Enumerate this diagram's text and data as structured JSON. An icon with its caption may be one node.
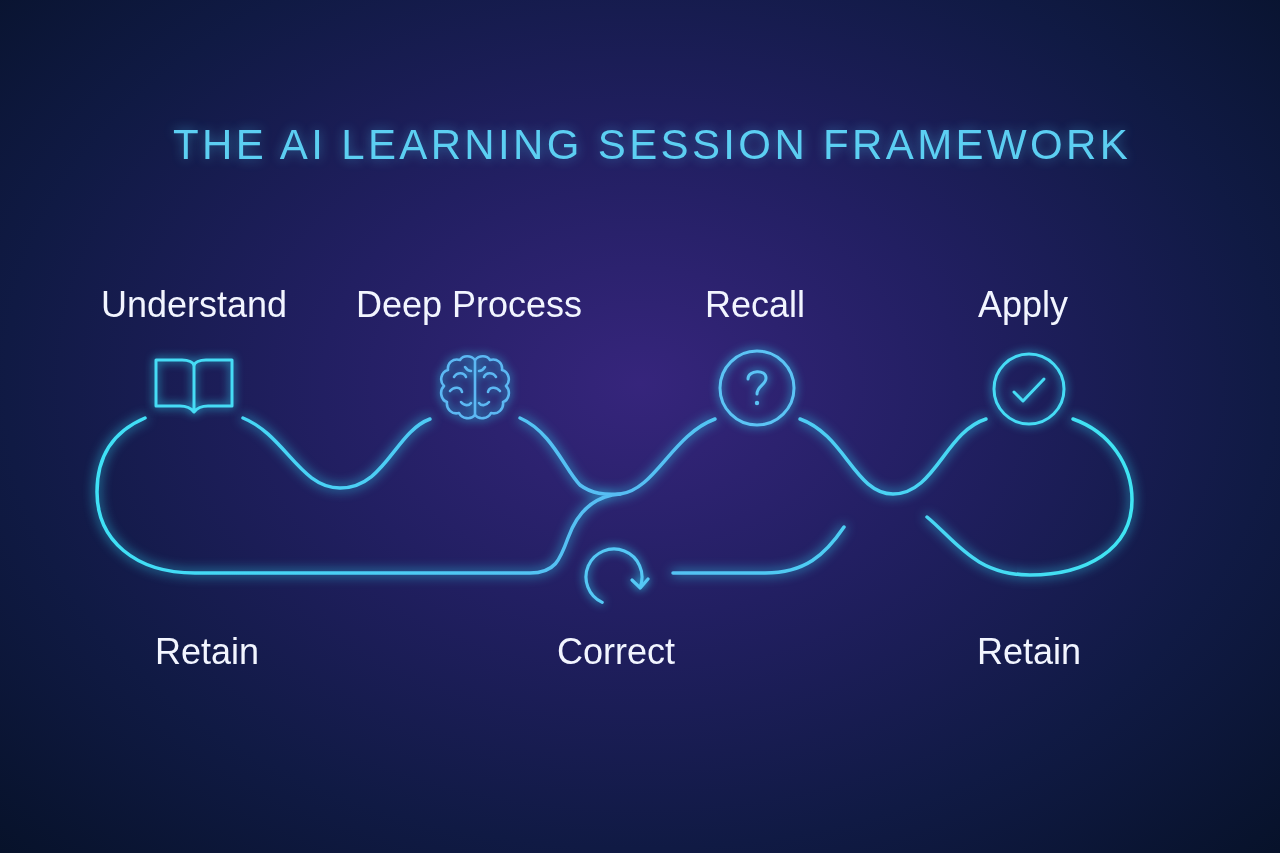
{
  "diagram": {
    "title": "THE AI LEARNING SESSION FRAMEWORK",
    "labels": [
      "Understand",
      "Deep Process",
      "Recall",
      "Apply",
      "Retain",
      "Correct",
      "Retain"
    ]
  }
}
